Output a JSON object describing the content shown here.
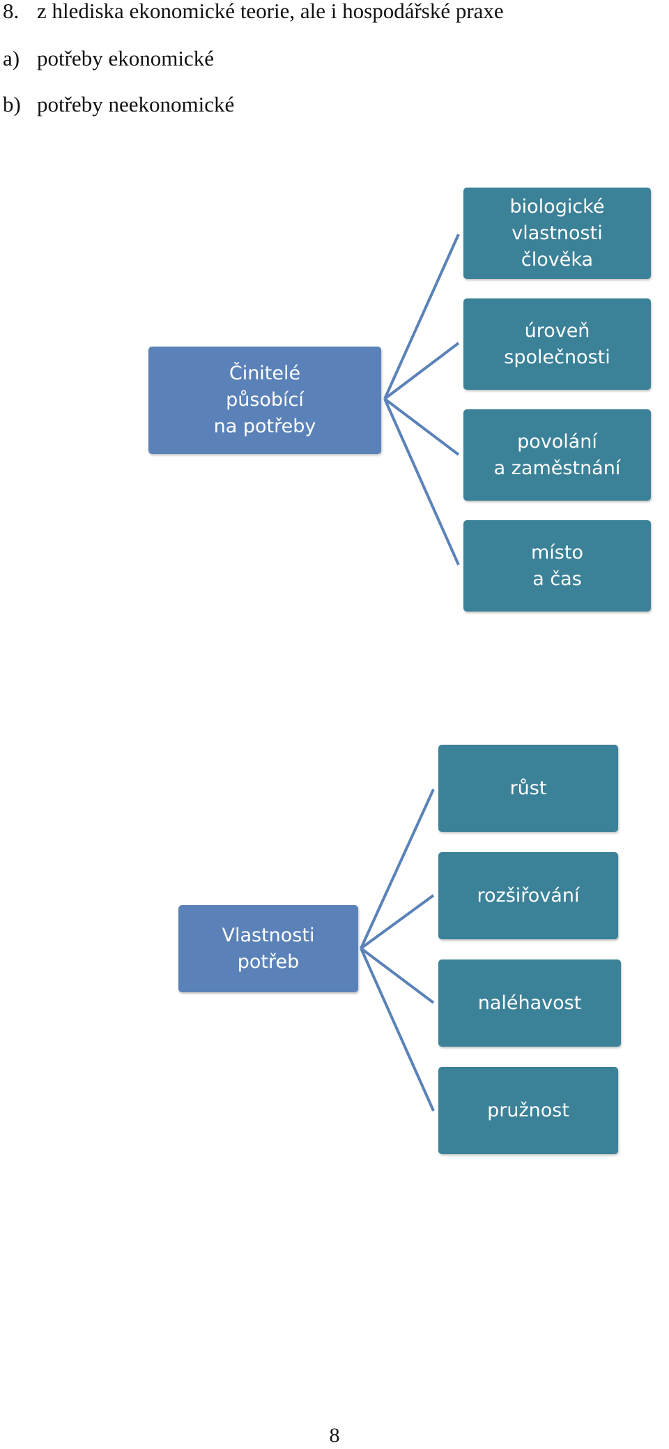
{
  "text_lines": [
    {
      "num": "8.",
      "text": "z hlediska ekonomické teorie, ale i hospodářské praxe"
    },
    {
      "num": "a)",
      "text": "potřeby ekonomické"
    },
    {
      "num": "b)",
      "text": "potřeby neekonomické"
    }
  ],
  "diagram1": {
    "root": "Činitelé\npůsobící\nna potřeby",
    "children": [
      "biologické\nvlastnosti\nčlověka",
      "úroveň\nspolečnosti",
      "povolání\na zaměstnání",
      "místo\na čas"
    ]
  },
  "diagram2": {
    "root": "Vlastnosti\npotřeb",
    "children": [
      "růst",
      "rozšiřování",
      "naléhavost",
      "pružnost"
    ]
  },
  "page_number": "8",
  "colors": {
    "root_box": "#5b82b8",
    "child_box": "#3b8198",
    "connector": "#5b82b8"
  }
}
